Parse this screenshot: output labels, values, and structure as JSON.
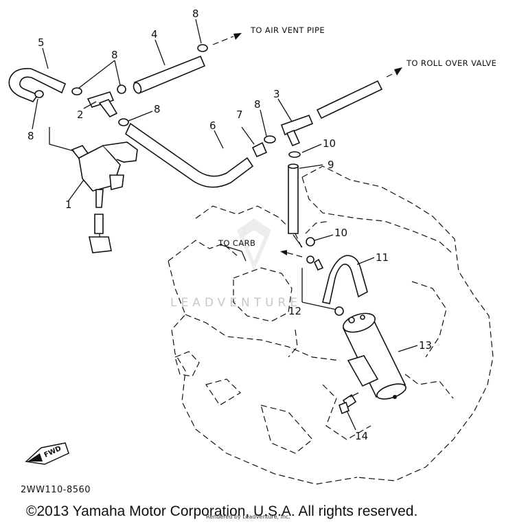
{
  "labels": {
    "air_vent": "TO AIR VENT PIPE",
    "roll_over": "TO ROLL OVER VALVE",
    "carb": "TO CARB",
    "fwd": "FWD"
  },
  "callouts": {
    "c1": "1",
    "c2": "2",
    "c3": "3",
    "c4": "4",
    "c5": "5",
    "c6": "6",
    "c7": "7",
    "c8a": "8",
    "c8b": "8",
    "c8c": "8",
    "c8d": "8",
    "c8e": "8",
    "c9": "9",
    "c10a": "10",
    "c10b": "10",
    "c11": "11",
    "c12": "12",
    "c13": "13",
    "c14": "14"
  },
  "diagram_code": "2WW110-8560",
  "watermark": "LEADVENTURE",
  "copyright": "©2013 Yamaha Motor Corporation, U.S.A. All rights reserved.",
  "rendered_by": "Rendered by LeadVenture, Inc."
}
